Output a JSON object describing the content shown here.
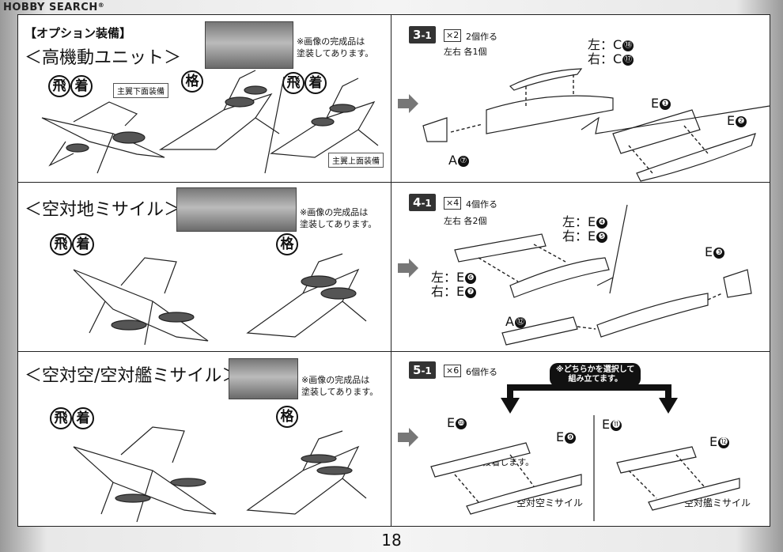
{
  "watermark": "HOBBY SEARCH",
  "page_number": "18",
  "left": {
    "option_title": "【オプション装備】",
    "s1": {
      "title": "＜高機動ユニット＞",
      "note": [
        "※画像の完成品は",
        "塗装してあります。"
      ],
      "marks": [
        "飛",
        "着",
        "格",
        "飛",
        "着"
      ],
      "box_labels": [
        "主翼下面装備",
        "主翼上面装備"
      ]
    },
    "s2": {
      "title": "＜空対地ミサイル＞",
      "note": [
        "※画像の完成品は",
        "塗装してあります。"
      ],
      "marks": [
        "飛",
        "着",
        "格"
      ]
    },
    "s3": {
      "title": "＜空対空/空対艦ミサイル＞",
      "note": [
        "※画像の完成品は",
        "塗装してあります。"
      ],
      "marks": [
        "飛",
        "着",
        "格"
      ]
    }
  },
  "right": {
    "step1": {
      "num": "3",
      "sub": "-1",
      "qty": "×2",
      "qty_text": "2個作る",
      "each": "左右 各1個",
      "l1": "左：C",
      "l1n": "⑱",
      "l2": "右：C",
      "l2n": "⑰",
      "a": "A",
      "an": "⑦",
      "e1": "E",
      "e1n": "❶",
      "e2": "E",
      "e2n": "❷"
    },
    "step2": {
      "num": "4",
      "sub": "-1",
      "qty": "×4",
      "qty_text": "4個作る",
      "each": "左右 各2個",
      "l1": "左：E",
      "l1n": "❹",
      "l2": "右：E",
      "l2n": "❺",
      "l3": "左：E",
      "l3n": "❻",
      "l4": "右：E",
      "l4n": "❼",
      "a": "A",
      "an": "⑫",
      "e3": "E",
      "e3n": "❸"
    },
    "step3": {
      "num": "5",
      "sub": "-1",
      "qty": "×6",
      "qty_text": "6個作る",
      "choose": [
        "※どちらかを選択して",
        "組み立てます。"
      ],
      "e10": "E",
      "e10n": "❿",
      "e9": "E",
      "e9n": "❾",
      "e11": "E",
      "e11n": "⓫",
      "e12": "E",
      "e12n": "⓬",
      "glue": "※接着します。",
      "cap_left": "空対空ミサイル",
      "cap_right": "空対艦ミサイル"
    }
  }
}
